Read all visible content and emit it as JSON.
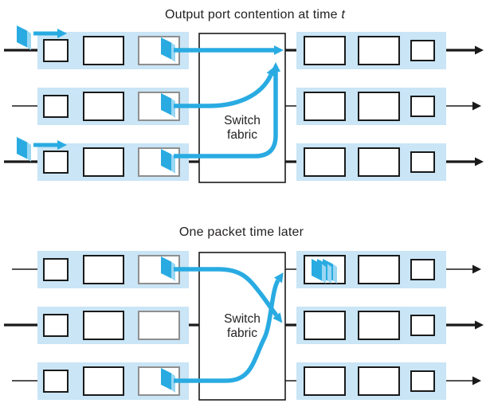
{
  "figure_type": "network-router-switch-fabric-diagram",
  "theme": {
    "packet_color": "#29ABE2",
    "packet_edge_color": "#9AD7F2",
    "arrow_color": "#29ABE2",
    "queue_bg_color": "#C9E5F6",
    "box_border_color": "#1A1A1A",
    "hol_box_border_color": "#8F8F8F",
    "line_color": "#1A1A1A",
    "text_color": "#231F20",
    "background": "#FFFFFF"
  },
  "sections": [
    {
      "id": "top",
      "title_prefix": "Output port contention at time ",
      "title_italic": "t",
      "fabric_label": [
        "Switch",
        "fabric"
      ],
      "input_queues": [
        {
          "head_packet": true,
          "arriving_packet": true,
          "link_thick": true
        },
        {
          "head_packet": true,
          "arriving_packet": false,
          "link_thick": false
        },
        {
          "head_packet": true,
          "arriving_packet": true,
          "link_thick": true
        }
      ],
      "output_queues": [
        {
          "queued_packets": 0,
          "link_thick": true
        },
        {
          "queued_packets": 0,
          "link_thick": false
        },
        {
          "queued_packets": 0,
          "link_thick": true
        }
      ],
      "routes": [
        {
          "from_input": 1,
          "to_output": 1
        },
        {
          "from_input": 2,
          "to_output": 1
        },
        {
          "from_input": 3,
          "to_output": 1
        }
      ]
    },
    {
      "id": "bottom",
      "title_prefix": "One packet time later",
      "title_italic": "",
      "fabric_label": [
        "Switch",
        "fabric"
      ],
      "input_queues": [
        {
          "head_packet": true,
          "arriving_packet": false,
          "link_thick": false
        },
        {
          "head_packet": false,
          "arriving_packet": false,
          "link_thick": true
        },
        {
          "head_packet": true,
          "arriving_packet": false,
          "link_thick": false
        }
      ],
      "output_queues": [
        {
          "queued_packets": 3,
          "link_thick": false
        },
        {
          "queued_packets": 0,
          "link_thick": true
        },
        {
          "queued_packets": 0,
          "link_thick": false
        }
      ],
      "routes": [
        {
          "from_input": 1,
          "to_output": 2
        },
        {
          "from_input": 3,
          "to_output": 1
        }
      ]
    }
  ]
}
